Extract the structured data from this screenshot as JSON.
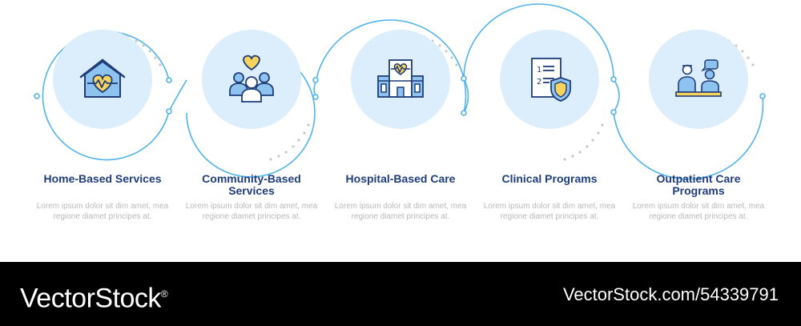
{
  "steps": [
    {
      "title": "Home-Based Services",
      "description": "Lorem ipsum dolor sit dim amet, mea regione diamet principes at.",
      "icon": "home-heart-icon"
    },
    {
      "title": "Community-Based Services",
      "description": "Lorem ipsum dolor sit dim amet, mea regione diamet principes at.",
      "icon": "community-heart-icon"
    },
    {
      "title": "Hospital-Based Care",
      "description": "Lorem ipsum dolor sit dim amet, mea regione diamet principes at.",
      "icon": "hospital-building-icon"
    },
    {
      "title": "Clinical Programs",
      "description": "Lorem ipsum dolor sit dim amet, mea regione diamet principes at.",
      "icon": "checklist-shield-icon"
    },
    {
      "title": "Outpatient Care Programs",
      "description": "Lorem ipsum dolor sit dim amet, mea regione diamet principes at.",
      "icon": "doctor-patient-consultation-icon"
    }
  ],
  "footer": {
    "brand": "VectorStock",
    "registered": "®",
    "url": "VectorStock.com/54339791"
  },
  "colors": {
    "ring": "#4fb3ea",
    "disc": "#dcedfb",
    "title": "#1f3d7a",
    "description": "#b9b9b9",
    "icon_outline": "#1f3d7a",
    "icon_fill_blue": "#8ec3ef",
    "icon_fill_yellow": "#f5d35c"
  }
}
